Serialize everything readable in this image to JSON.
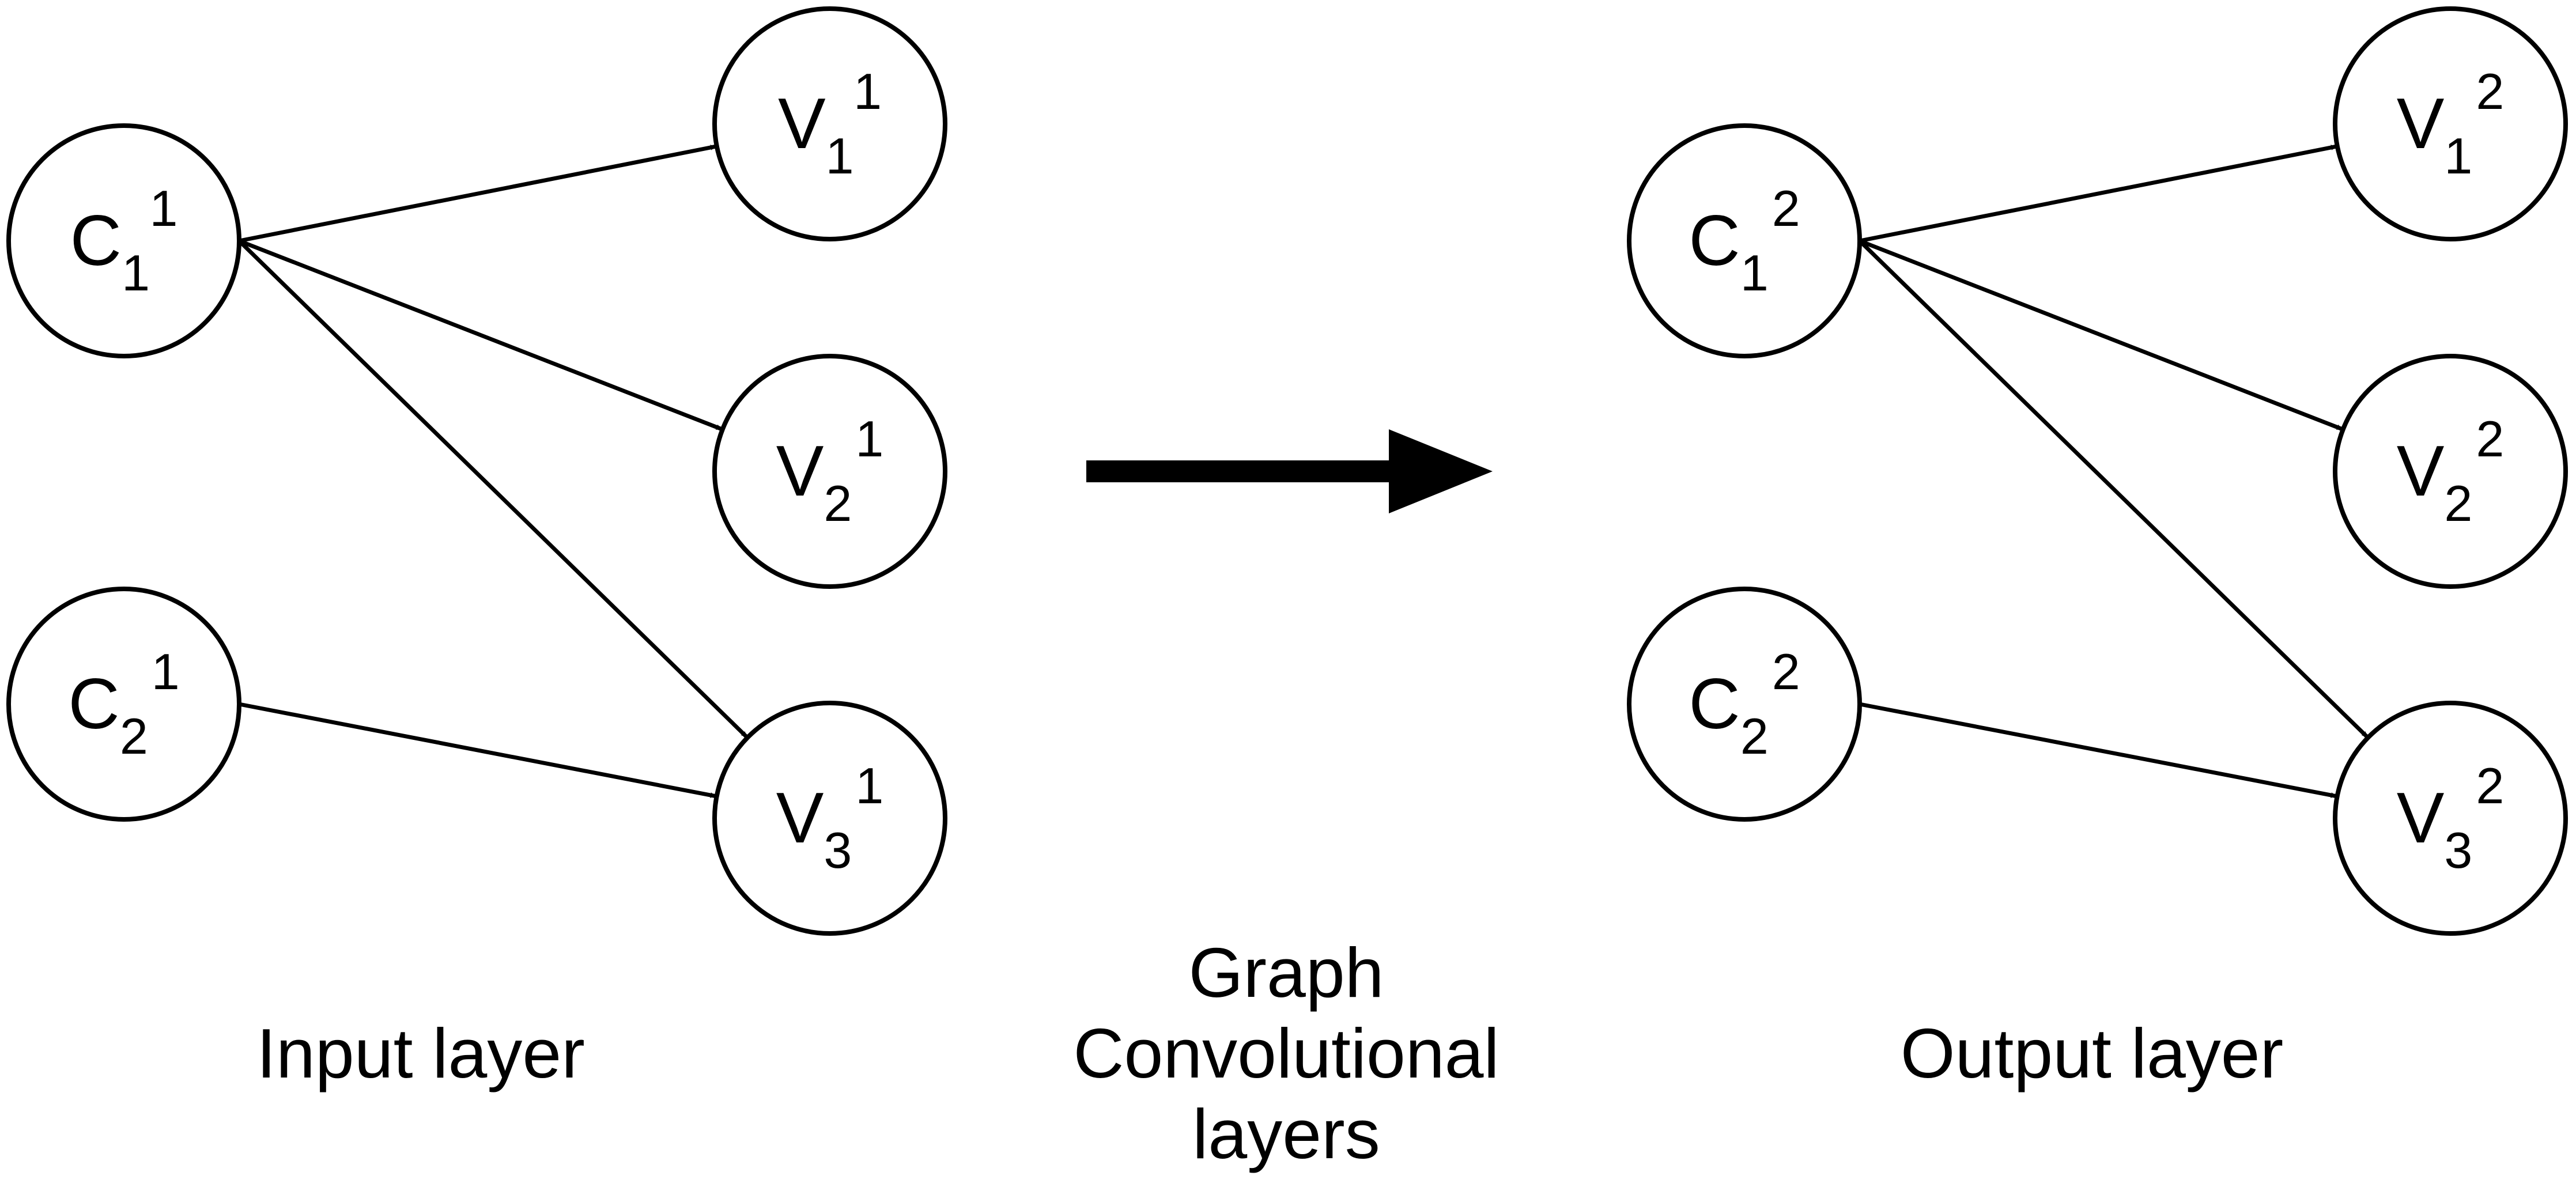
{
  "colors": {
    "stroke": "#000000",
    "background": "#ffffff"
  },
  "input_layer": {
    "caption": "Input layer",
    "nodes": [
      {
        "id": "c1",
        "base": "C",
        "sub": "1",
        "sup": "1"
      },
      {
        "id": "c2",
        "base": "C",
        "sub": "2",
        "sup": "1"
      },
      {
        "id": "v1",
        "base": "V",
        "sub": "1",
        "sup": "1"
      },
      {
        "id": "v2",
        "base": "V",
        "sub": "2",
        "sup": "1"
      },
      {
        "id": "v3",
        "base": "V",
        "sub": "3",
        "sup": "1"
      }
    ],
    "edges": [
      {
        "from": "c1",
        "to": "v1"
      },
      {
        "from": "c1",
        "to": "v2"
      },
      {
        "from": "c1",
        "to": "v3"
      },
      {
        "from": "c2",
        "to": "v3"
      }
    ]
  },
  "transition": {
    "label_lines": [
      "Graph",
      "Convolutional",
      "layers"
    ]
  },
  "output_layer": {
    "caption": "Output layer",
    "nodes": [
      {
        "id": "c1",
        "base": "C",
        "sub": "1",
        "sup": "2"
      },
      {
        "id": "c2",
        "base": "C",
        "sub": "2",
        "sup": "2"
      },
      {
        "id": "v1",
        "base": "V",
        "sub": "1",
        "sup": "2"
      },
      {
        "id": "v2",
        "base": "V",
        "sub": "2",
        "sup": "2"
      },
      {
        "id": "v3",
        "base": "V",
        "sub": "3",
        "sup": "2"
      }
    ],
    "edges": [
      {
        "from": "c1",
        "to": "v1"
      },
      {
        "from": "c1",
        "to": "v2"
      },
      {
        "from": "c1",
        "to": "v3"
      },
      {
        "from": "c2",
        "to": "v3"
      }
    ]
  }
}
